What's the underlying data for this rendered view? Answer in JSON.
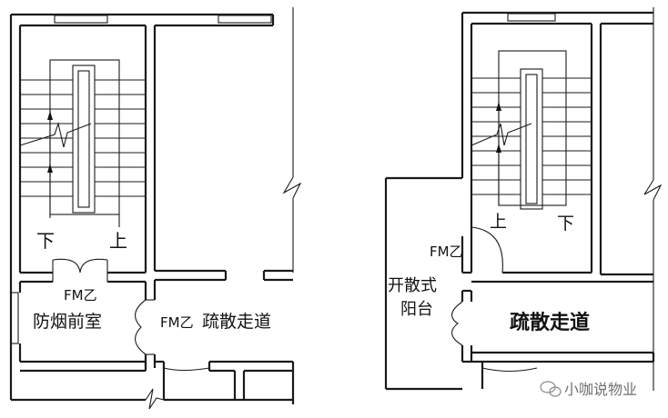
{
  "left_plan": {
    "down_label": "下",
    "up_label": "上",
    "door_label_1": "FM乙",
    "door_label_2": "FM乙",
    "anteroom_label": "防烟前室",
    "corridor_label": "疏散走道"
  },
  "right_plan": {
    "up_label": "上",
    "down_label": "下",
    "door_label": "FM乙",
    "balcony_label_line1": "开散式",
    "balcony_label_line2": "阳台",
    "corridor_label": "疏散走道"
  },
  "watermark": {
    "text": "小咖说物业"
  }
}
